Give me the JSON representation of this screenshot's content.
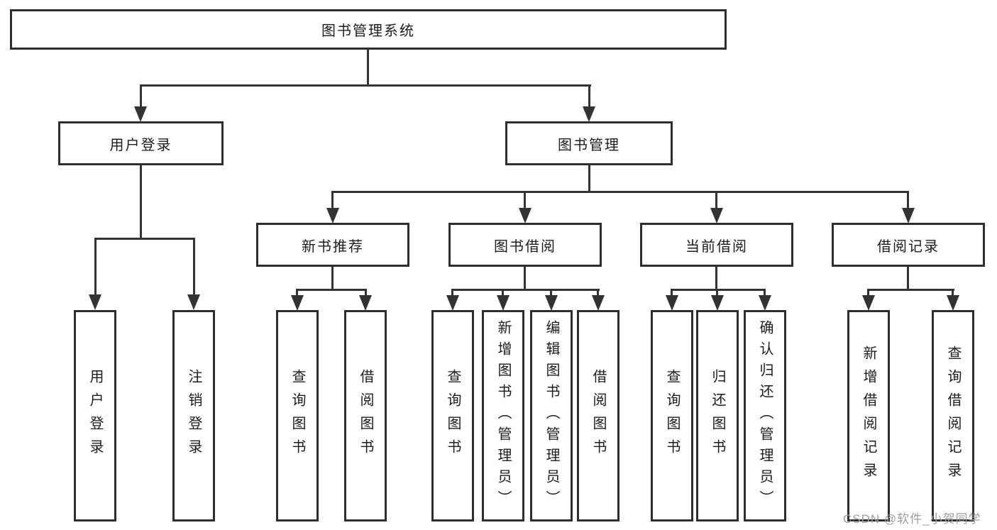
{
  "diagram": {
    "root": {
      "label": "图书管理系统"
    },
    "branches": [
      {
        "label": "用户登录",
        "leaves": [
          {
            "label": "用户登录"
          },
          {
            "label": "注销登录"
          }
        ]
      },
      {
        "label": "图书管理",
        "groups": [
          {
            "label": "新书推荐",
            "leaves": [
              {
                "label": "查询图书"
              },
              {
                "label": "借阅图书"
              }
            ]
          },
          {
            "label": "图书借阅",
            "leaves": [
              {
                "label": "查询图书"
              },
              {
                "label": "新增图书（管理员）"
              },
              {
                "label": "编辑图书（管理员）"
              },
              {
                "label": "借阅图书"
              }
            ]
          },
          {
            "label": "当前借阅",
            "leaves": [
              {
                "label": "查询图书"
              },
              {
                "label": "归还图书"
              },
              {
                "label": "确认归还（管理员）"
              }
            ]
          },
          {
            "label": "借阅记录",
            "leaves": [
              {
                "label": "新增借阅记录"
              },
              {
                "label": "查询借阅记录"
              }
            ]
          }
        ]
      }
    ]
  },
  "watermark": {
    "text": "CSDN @软件_小贺同学"
  },
  "colors": {
    "line": "#333333",
    "border": "#2e2e2e",
    "text": "#1c1c1c",
    "watermark": "#9e9e9e",
    "background": "#ffffff"
  }
}
